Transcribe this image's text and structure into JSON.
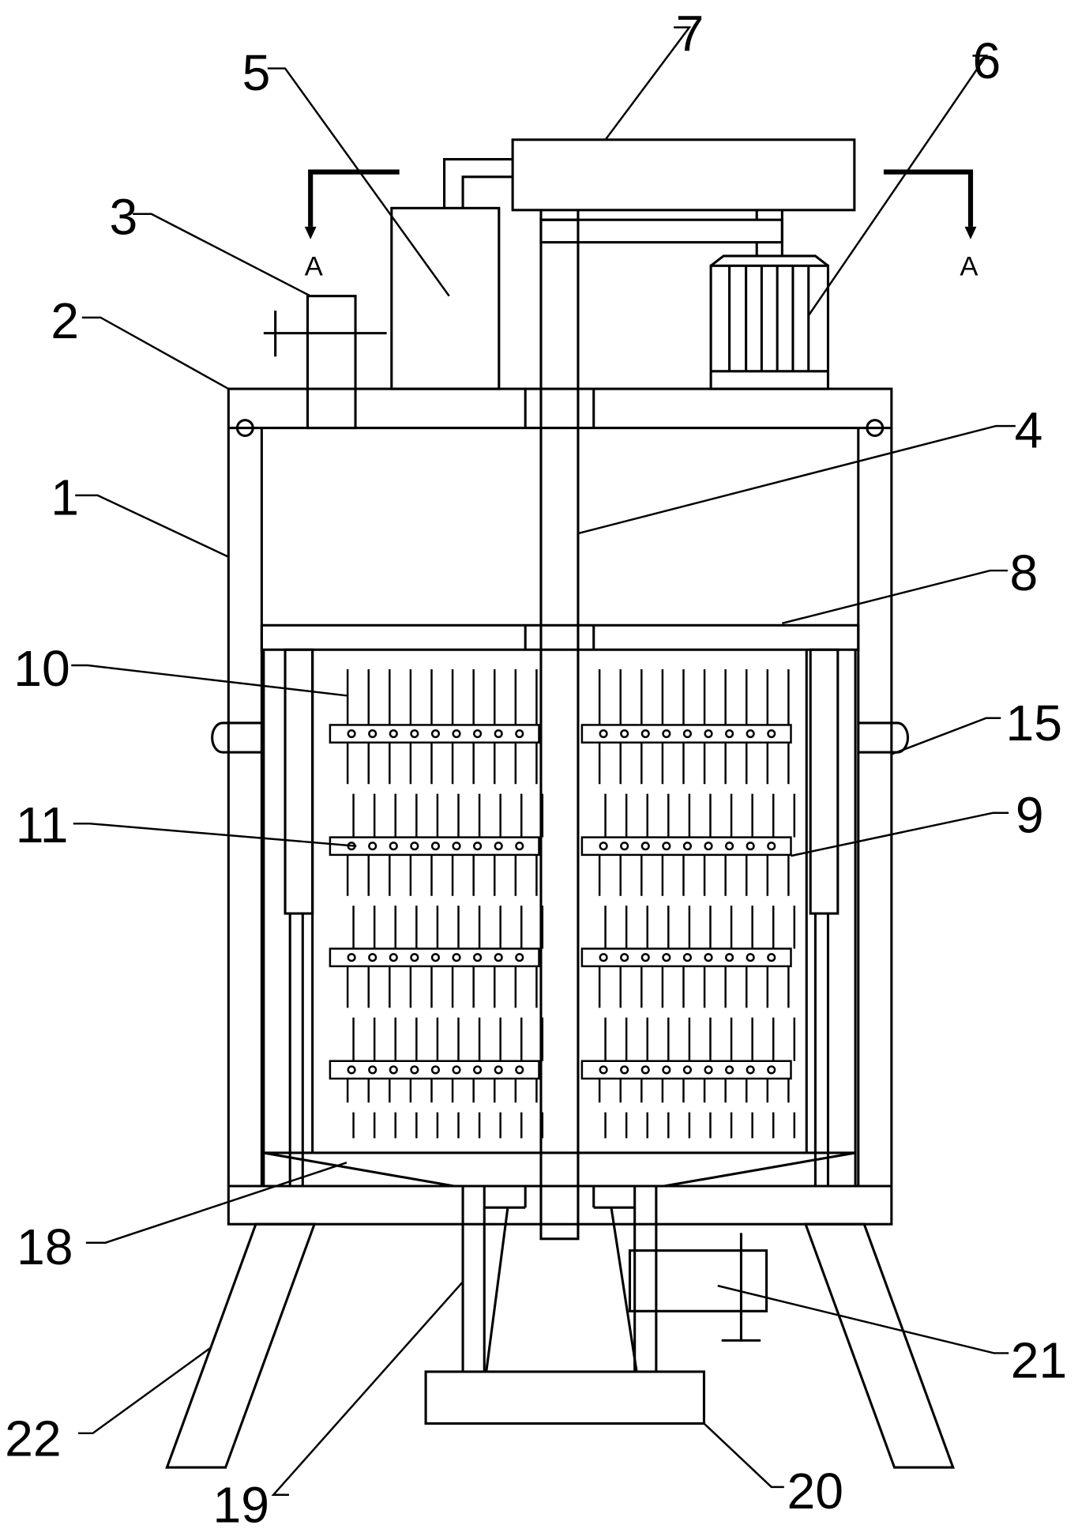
{
  "section_marks": {
    "left": "A",
    "right": "A"
  },
  "labels": {
    "n1": "1",
    "n2": "2",
    "n3": "3",
    "n4": "4",
    "n5": "5",
    "n6": "6",
    "n7": "7",
    "n8": "8",
    "n9": "9",
    "n10": "10",
    "n11": "11",
    "n15": "15",
    "n18": "18",
    "n19": "19",
    "n20": "20",
    "n21": "21",
    "n22": "22"
  },
  "colors": {
    "line": "#000000",
    "background": "#ffffff"
  }
}
